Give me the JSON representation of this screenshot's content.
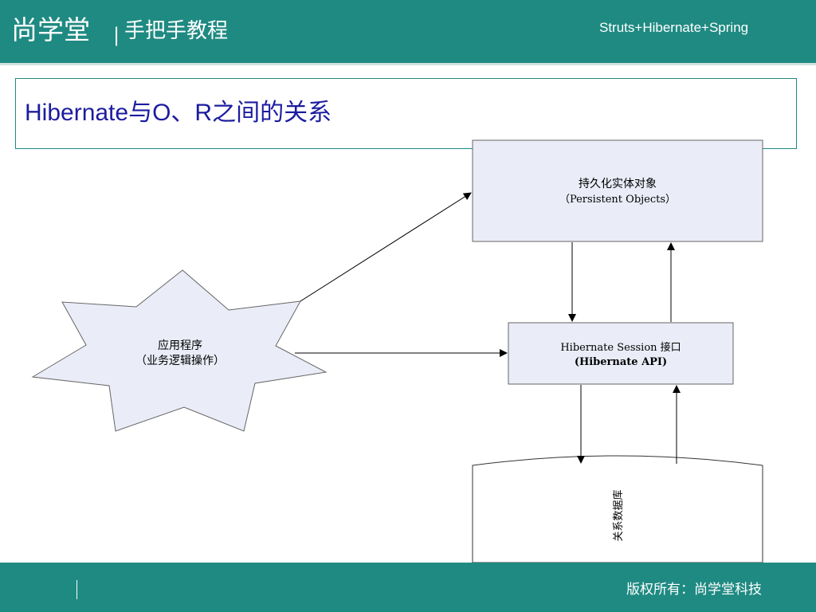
{
  "header": {
    "brand": "尚学堂",
    "separator": "|",
    "subtitle": "手把手教程",
    "course": "Struts+Hibernate+Spring"
  },
  "slide": {
    "title": "Hibernate与O、R之间的关系"
  },
  "diagram": {
    "persistent_objects": {
      "line1": "持久化实体对象",
      "line2": "（Persistent Objects）"
    },
    "application": {
      "line1": "应用程序",
      "line2": "（业务逻辑操作）"
    },
    "session": {
      "line1": "Hibernate Session 接口",
      "line2": "(Hibernate API)"
    },
    "database": {
      "label": "关系数据库"
    }
  },
  "footer": {
    "copyright": "版权所有：尚学堂科技"
  },
  "colors": {
    "bar": "#1f8a82",
    "title_text": "#1c1ca0",
    "box_fill": "#eaecf7"
  }
}
